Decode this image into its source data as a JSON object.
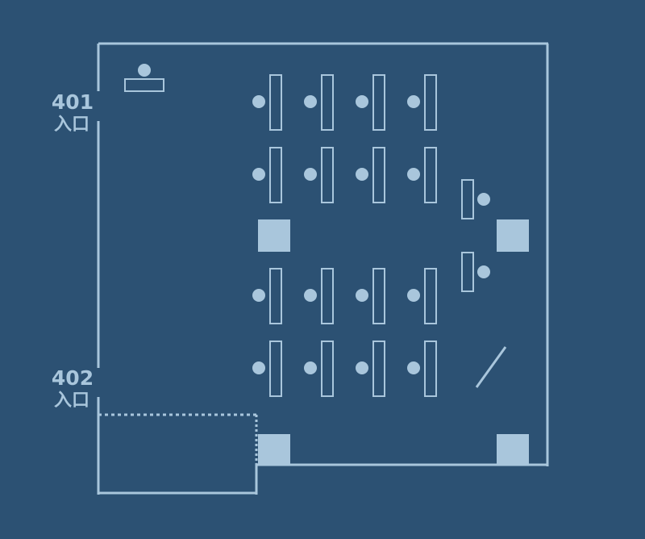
{
  "colors": {
    "background": "#2c5173",
    "line": "#a9c6dc"
  },
  "entrances": [
    {
      "room": "401",
      "label": "入口"
    },
    {
      "room": "402",
      "label": "入口"
    }
  ]
}
